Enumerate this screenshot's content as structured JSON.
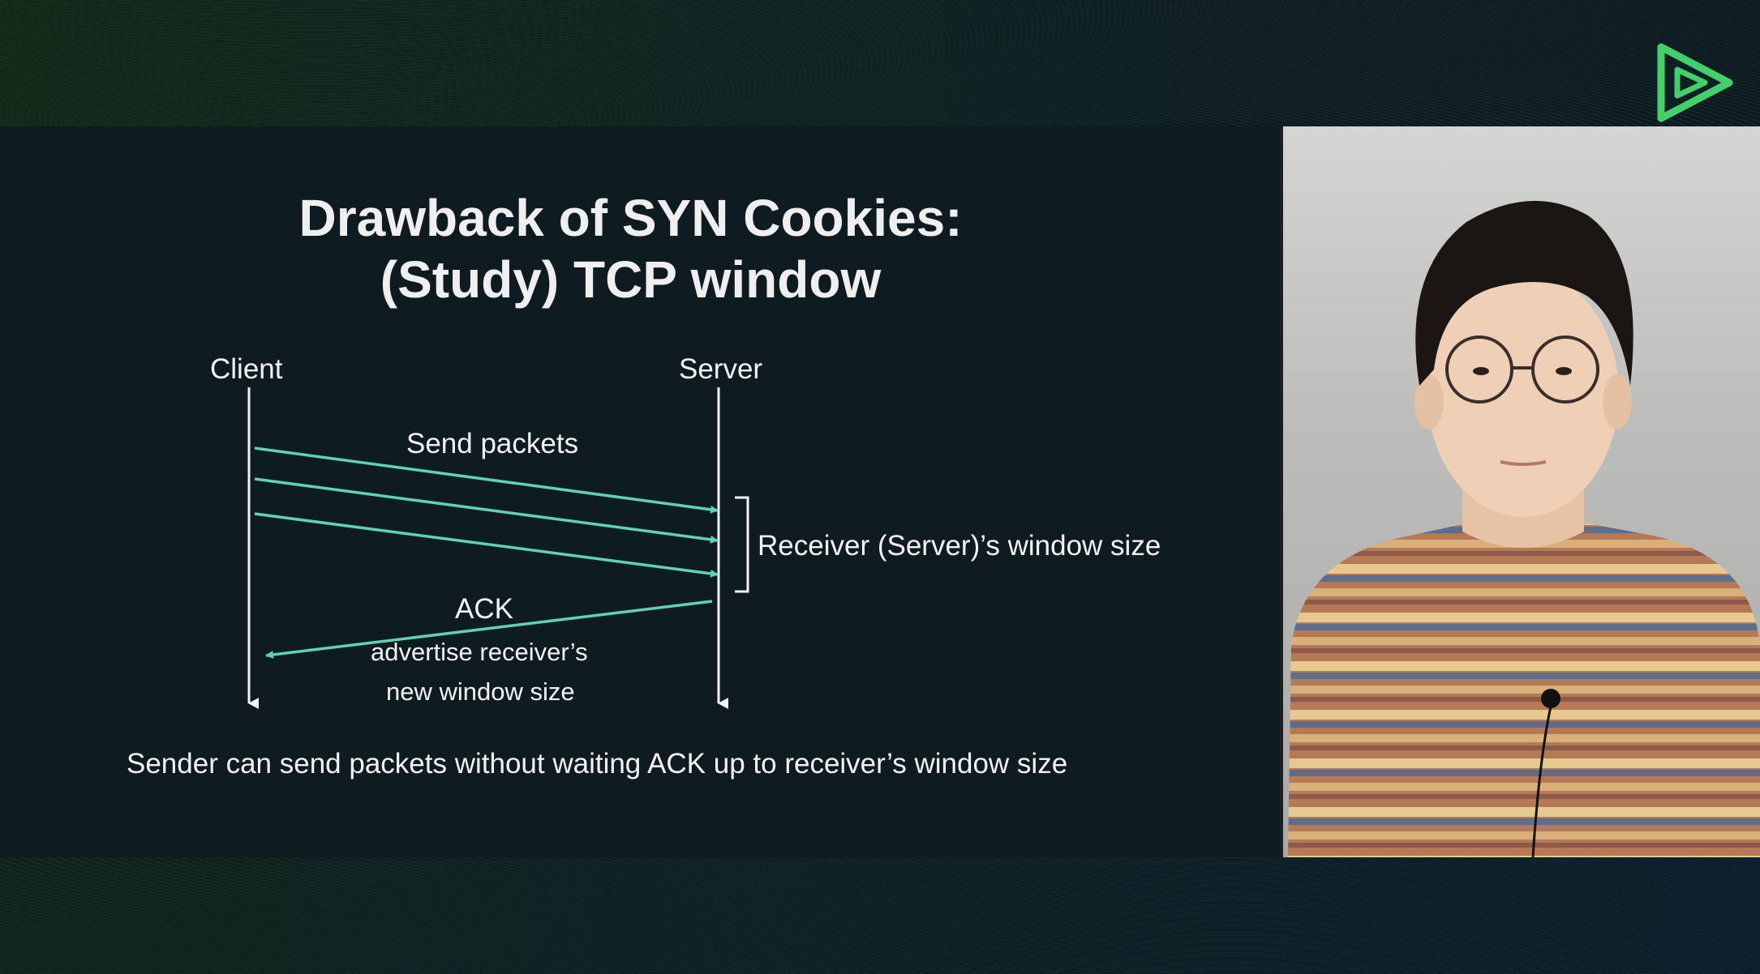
{
  "slide": {
    "title_line1": "Drawback of SYN Cookies:",
    "title_line2": "(Study) TCP window",
    "diagram": {
      "client_label": "Client",
      "server_label": "Server",
      "send_label": "Send packets",
      "window_label": "Receiver (Server)’s window size",
      "ack_label": "ACK",
      "ack_desc_line1": "advertise receiver’s",
      "ack_desc_line2": "new window size"
    },
    "caption": "Sender can send packets without waiting ACK up to receiver’s window size"
  },
  "colors": {
    "arrow": "#5fd2b2",
    "logo": "#43d06a",
    "slide_bg": "#0e1b21",
    "text": "#f2f2f2"
  },
  "icons": {
    "logo": "play-triangle-logo-icon"
  },
  "webcam": {}
}
